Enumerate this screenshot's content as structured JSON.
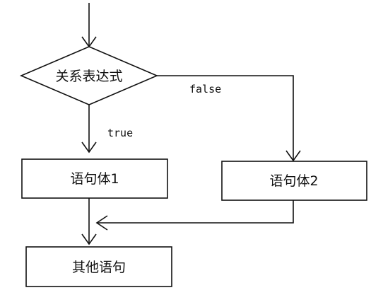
{
  "diagram": {
    "condition": {
      "label": "关系表达式"
    },
    "branch_true": {
      "label": "true"
    },
    "branch_false": {
      "label": "false"
    },
    "block1": {
      "label": "语句体1"
    },
    "block2": {
      "label": "语句体2"
    },
    "block_next": {
      "label": "其他语句"
    }
  }
}
